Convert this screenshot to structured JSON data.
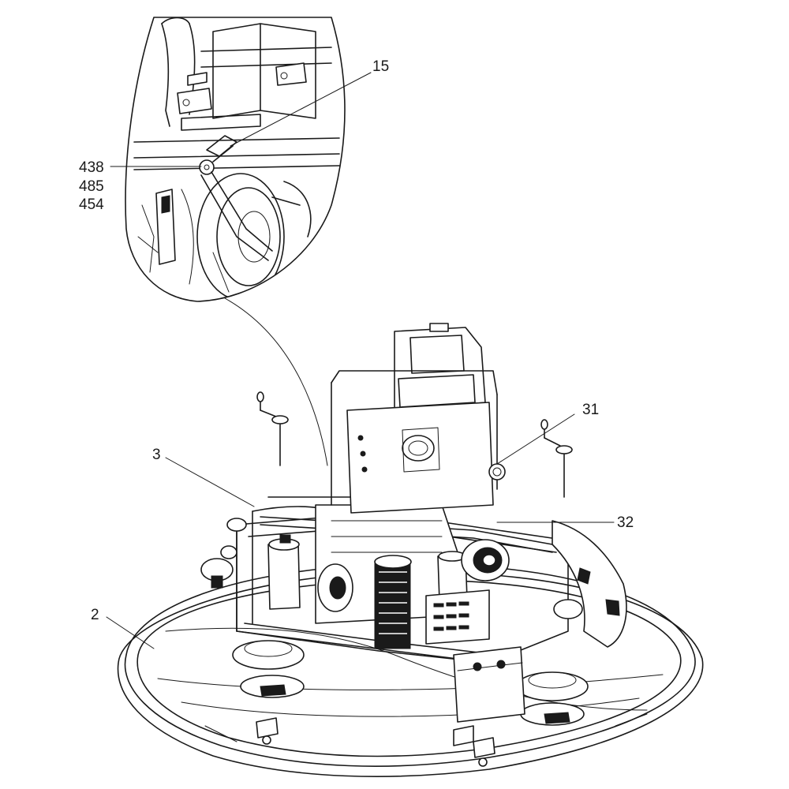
{
  "callouts": {
    "c15": "15",
    "c438": "438",
    "c485": "485",
    "c454": "454",
    "c31": "31",
    "c3": "3",
    "c32": "32",
    "c2": "2"
  },
  "colors": {
    "line": "#1a1a1a",
    "background": "#ffffff"
  }
}
